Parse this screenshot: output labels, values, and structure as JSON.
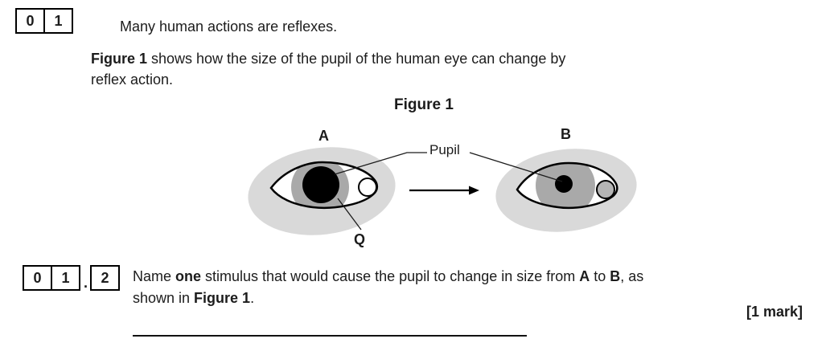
{
  "question1": {
    "number_cells": [
      "0",
      "1"
    ],
    "intro": "Many human actions are reflexes.",
    "description_line1": [
      {
        "text": "Figure 1",
        "bold": true
      },
      {
        "text": " shows how the size of the pupil of the human eye can change by",
        "bold": false
      }
    ],
    "description_line2": [
      {
        "text": "reflex action.",
        "bold": false
      }
    ]
  },
  "figure": {
    "title": "Figure 1",
    "label_a": "A",
    "label_b": "B",
    "pupil_label": "Pupil",
    "q_label": "Q",
    "colors": {
      "skin": "#d9d9d9",
      "iris": "#a9a9a9",
      "pupil": "#000000",
      "sclera": "#ffffff",
      "duct_b": "#b5b5b5",
      "outline": "#000000"
    }
  },
  "question2": {
    "number_cells": [
      "0",
      "1"
    ],
    "number_separator": ".",
    "number_suffix": "2",
    "text_line1": [
      {
        "text": "Name ",
        "bold": false
      },
      {
        "text": "one",
        "bold": true
      },
      {
        "text": " stimulus that would cause the pupil to change in size from ",
        "bold": false
      },
      {
        "text": "A",
        "bold": true
      },
      {
        "text": " to ",
        "bold": false
      },
      {
        "text": "B",
        "bold": true
      },
      {
        "text": ", as",
        "bold": false
      }
    ],
    "text_line2": [
      {
        "text": "shown in ",
        "bold": false
      },
      {
        "text": "Figure 1",
        "bold": true
      },
      {
        "text": ".",
        "bold": false
      }
    ],
    "marks": "[1 mark]"
  }
}
